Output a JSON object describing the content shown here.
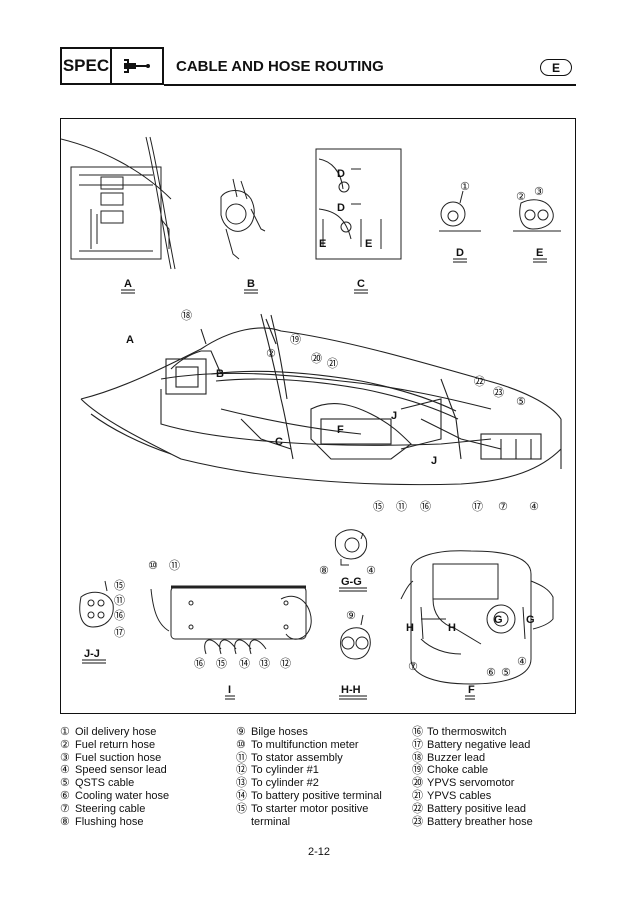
{
  "header": {
    "spec_label": "SPEC",
    "icon": "wrench-icon",
    "title": "CABLE AND HOSE ROUTING",
    "lang": "E"
  },
  "figure": {
    "views": {
      "A": "A",
      "B": "B",
      "C": "C",
      "D": "D",
      "E": "E",
      "F": "F",
      "GG": "G-G",
      "HH": "H-H",
      "I": "I",
      "JJ": "J-J"
    },
    "callouts": {
      "c1": "①",
      "c2": "②",
      "c3": "③",
      "c4": "④",
      "c5": "⑤",
      "c6": "⑥",
      "c7": "⑦",
      "c8": "⑧",
      "c9": "⑨",
      "c10": "⑩",
      "c11": "⑪",
      "c12": "⑫",
      "c13": "⑬",
      "c14": "⑭",
      "c15": "⑮",
      "c16": "⑯",
      "c17": "⑰",
      "c18": "⑱",
      "c19": "⑲",
      "c20": "⑳",
      "c21": "㉑",
      "c22": "㉒",
      "c23": "㉓"
    },
    "section_letters": {
      "D": "D",
      "E": "E",
      "B": "B",
      "C": "C",
      "F": "F",
      "J": "J",
      "G": "G",
      "H": "H",
      "A": "A"
    }
  },
  "legend": {
    "col1": [
      {
        "num": "①",
        "text": "Oil delivery hose"
      },
      {
        "num": "②",
        "text": "Fuel return hose"
      },
      {
        "num": "③",
        "text": "Fuel suction hose"
      },
      {
        "num": "④",
        "text": "Speed sensor lead"
      },
      {
        "num": "⑤",
        "text": "QSTS cable"
      },
      {
        "num": "⑥",
        "text": "Cooling water hose"
      },
      {
        "num": "⑦",
        "text": "Steering cable"
      },
      {
        "num": "⑧",
        "text": "Flushing hose"
      }
    ],
    "col2": [
      {
        "num": "⑨",
        "text": "Bilge hoses"
      },
      {
        "num": "⑩",
        "text": "To multifunction meter"
      },
      {
        "num": "⑪",
        "text": "To stator assembly"
      },
      {
        "num": "⑫",
        "text": "To cylinder #1"
      },
      {
        "num": "⑬",
        "text": "To cylinder #2"
      },
      {
        "num": "⑭",
        "text": "To battery positive terminal"
      },
      {
        "num": "⑮",
        "text": "To starter motor positive",
        "cont": "terminal"
      }
    ],
    "col3": [
      {
        "num": "⑯",
        "text": "To thermoswitch"
      },
      {
        "num": "⑰",
        "text": "Battery negative lead"
      },
      {
        "num": "⑱",
        "text": "Buzzer lead"
      },
      {
        "num": "⑲",
        "text": "Choke cable"
      },
      {
        "num": "⑳",
        "text": "YPVS servomotor"
      },
      {
        "num": "㉑",
        "text": "YPVS cables"
      },
      {
        "num": "㉒",
        "text": "Battery positive lead"
      },
      {
        "num": "㉓",
        "text": "Battery breather hose"
      }
    ]
  },
  "page_number": "2-12"
}
